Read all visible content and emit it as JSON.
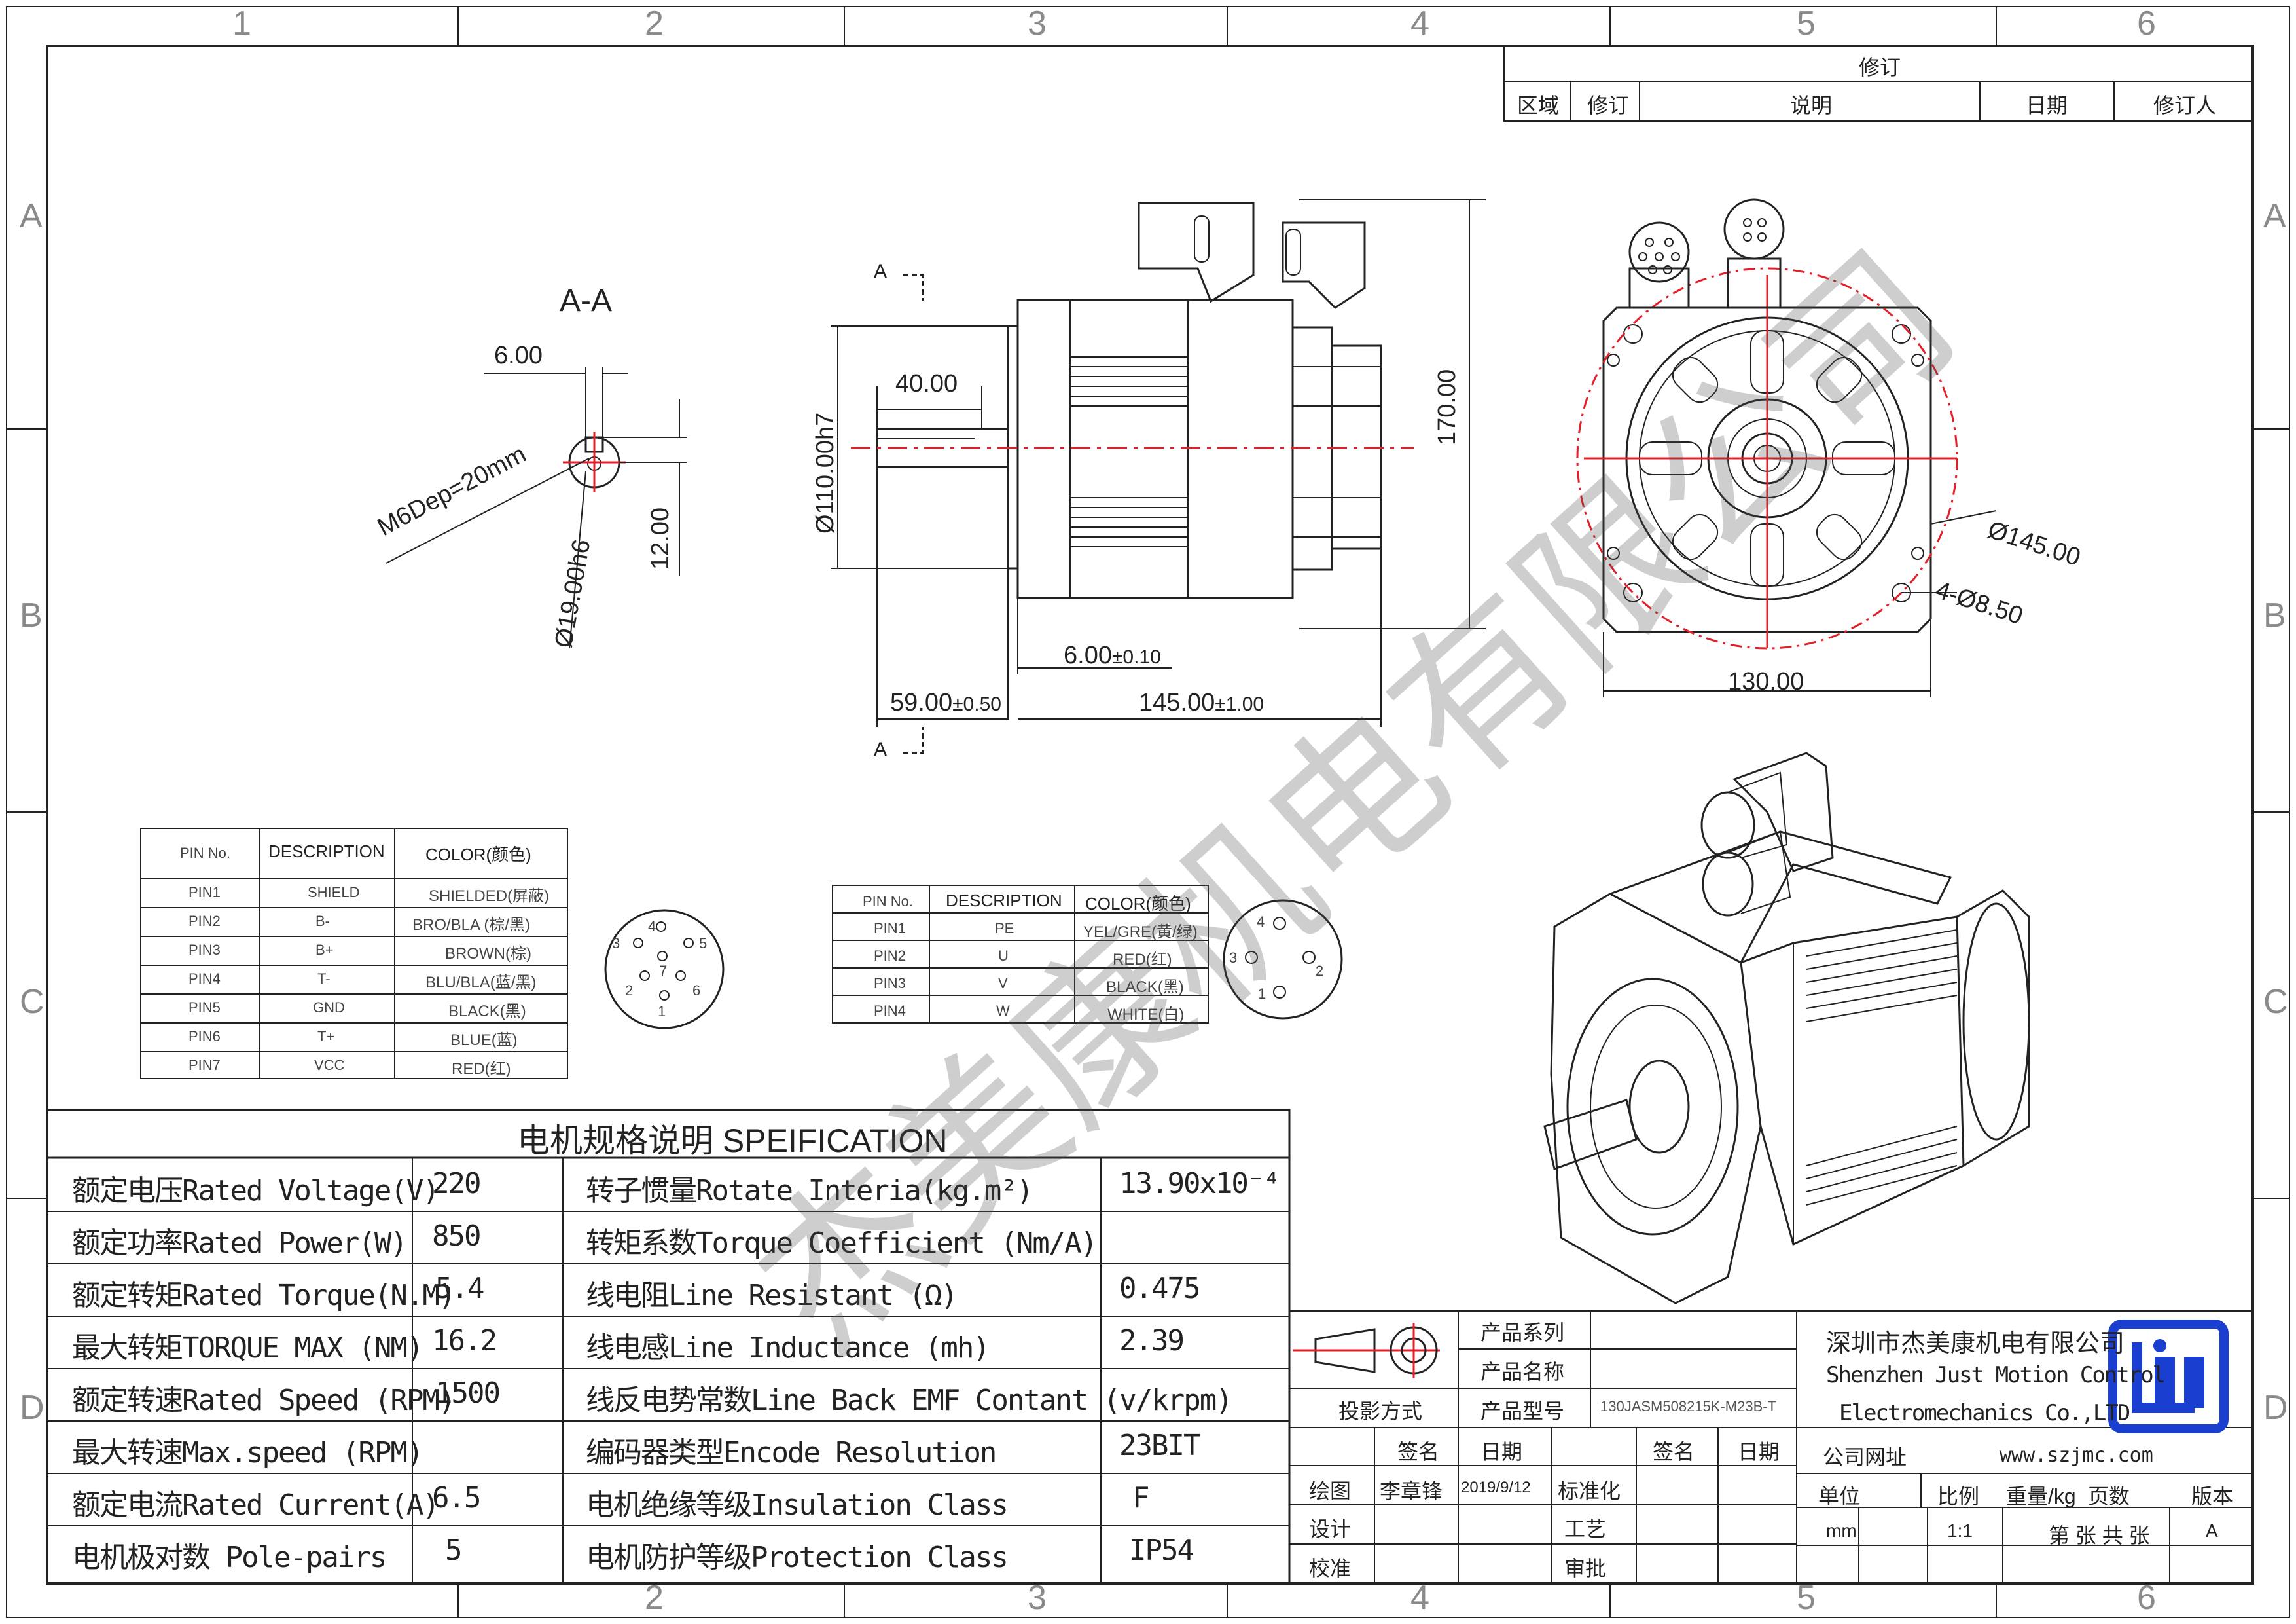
{
  "zones": {
    "cols": [
      "1",
      "2",
      "3",
      "4",
      "5",
      "6"
    ],
    "rows": [
      "A",
      "B",
      "C",
      "D"
    ]
  },
  "revision": {
    "title": "修订",
    "headers": [
      "区域",
      "修订",
      "说明",
      "日期",
      "修订人"
    ]
  },
  "section_view": {
    "title": "A-A",
    "dim_width": "6.00",
    "thread": "M6Dep=20mm",
    "shaft_dia": "Ø19.00h6",
    "dim_height": "12.00"
  },
  "side_view": {
    "section_mark_top": "A",
    "section_mark_bottom": "A",
    "dim_key": "40.00",
    "dim_flange_dia": "Ø110.00h7",
    "dim_height": "170.00",
    "dim_flange": "6.00",
    "dim_flange_tol": "±0.10",
    "dim_shaft": "59.00",
    "dim_shaft_tol": "±0.50",
    "dim_body": "145.00",
    "dim_body_tol": "±1.00"
  },
  "front_view": {
    "dim_pcd": "Ø145.00",
    "dim_holes": "4-Ø8.50",
    "dim_width": "130.00"
  },
  "encoder_table": {
    "headers": [
      "PIN No.",
      "DESCRIPTION",
      "COLOR(颜色)"
    ],
    "rows": [
      [
        "PIN1",
        "SHIELD",
        "SHIELDED(屏蔽)"
      ],
      [
        "PIN2",
        "B-",
        "BRO/BLA (棕/黑)"
      ],
      [
        "PIN3",
        "B+",
        "BROWN(棕)"
      ],
      [
        "PIN4",
        "T-",
        "BLU/BLA(蓝/黑)"
      ],
      [
        "PIN5",
        "GND",
        "BLACK(黑)"
      ],
      [
        "PIN6",
        "T+",
        "BLUE(蓝)"
      ],
      [
        "PIN7",
        "VCC",
        "RED(红)"
      ]
    ],
    "connector_pins": [
      "1",
      "2",
      "3",
      "4",
      "5",
      "6",
      "7"
    ]
  },
  "power_table": {
    "headers": [
      "PIN No.",
      "DESCRIPTION",
      "COLOR(颜色)"
    ],
    "rows": [
      [
        "PIN1",
        "PE",
        "YEL/GRE(黄/绿)"
      ],
      [
        "PIN2",
        "U",
        "RED(红)"
      ],
      [
        "PIN3",
        "V",
        "BLACK(黑)"
      ],
      [
        "PIN4",
        "W",
        "WHITE(白)"
      ]
    ],
    "connector_pins": [
      "1",
      "2",
      "3",
      "4"
    ]
  },
  "spec": {
    "title": "电机规格说明 SPEIFICATION",
    "rows": [
      [
        "额定电压Rated Voltage(V)",
        "220",
        "转子惯量Rotate Interia(kg.m²)",
        "13.90x10⁻⁴"
      ],
      [
        "额定功率Rated Power(W)",
        "850",
        "转矩系数Torque Coefficient (Nm/A)",
        ""
      ],
      [
        "额定转矩Rated Torque(N.M)",
        "5.4",
        "线电阻Line Resistant (Ω)",
        "0.475"
      ],
      [
        "最大转矩TORQUE MAX (NM)",
        "16.2",
        "线电感Line Inductance (mh)",
        "2.39"
      ],
      [
        "额定转速Rated Speed (RPM)",
        "1500",
        "线反电势常数Line Back EMF Contant (v/krpm)",
        ""
      ],
      [
        "最大转速Max.speed (RPM)",
        "",
        "编码器类型Encode Resolution",
        "23BIT"
      ],
      [
        "额定电流Rated Current(A)",
        "6.5",
        "电机绝缘等级Insulation Class",
        "F"
      ],
      [
        "电机极对数 Pole-pairs",
        "5",
        "电机防护等级Protection Class",
        "IP54"
      ]
    ]
  },
  "title_block": {
    "projection": "投影方式",
    "product_series_label": "产品系列",
    "product_name_label": "产品名称",
    "product_model_label": "产品型号",
    "product_model": "130JASM508215K-M23B-T",
    "sign_label": "签名",
    "date_label": "日期",
    "sign_label_2": "签名",
    "date_label_2": "日期",
    "drawn_label": "绘图",
    "drawn_by": "李章锋",
    "drawn_date": "2019/9/12",
    "standard_label": "标准化",
    "design_label": "设计",
    "process_label": "工艺",
    "check_label": "校准",
    "approve_label": "审批",
    "company_cn": "深圳市杰美康机电有限公司",
    "company_en_1": "Shenzhen Just Motion Control",
    "company_en_2": "Electromechanics Co.,LTD",
    "website_label": "公司网址",
    "website": "www.szjmc.com",
    "unit_label": "单位",
    "scale_label": "比例",
    "weight_label": "重量/kg",
    "pages_label": "页数",
    "version_label": "版本",
    "unit": "mm",
    "scale": "1:1",
    "pages": "第 张 共 张",
    "version": "A"
  },
  "watermark": "杰美康机电有限公司",
  "colors": {
    "line": "#222222",
    "centerline": "#e0202a",
    "logo": "#1a3fd0"
  }
}
